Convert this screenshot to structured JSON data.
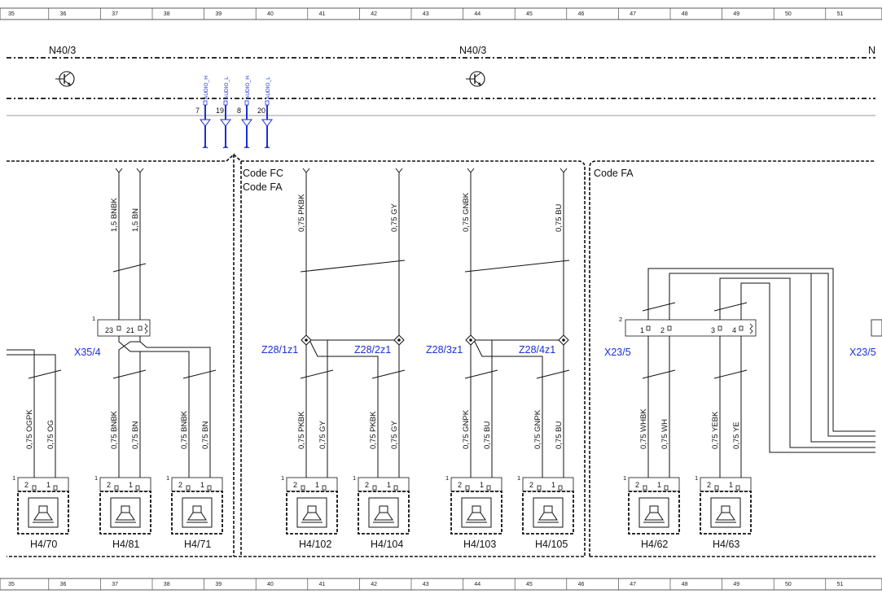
{
  "ruler": [
    "35",
    "36",
    "37",
    "38",
    "39",
    "40",
    "41",
    "42",
    "43",
    "44",
    "45",
    "46",
    "47",
    "48",
    "49",
    "50",
    "51"
  ],
  "modules": {
    "n40_left": "N40/3",
    "n40_mid": "N40/3",
    "n40_right": "N"
  },
  "audio_pins": [
    {
      "label": "AUDIO_H",
      "pin": "7"
    },
    {
      "label": "AUDIO_L",
      "pin": "19"
    },
    {
      "label": "AUDIO_H",
      "pin": "8"
    },
    {
      "label": "AUDIO_L",
      "pin": "20"
    }
  ],
  "codes": {
    "code_fc": "Code FC",
    "code_fa_1": "Code FA",
    "code_fa_2": "Code FA"
  },
  "connectors": {
    "x35_4": "X35/4",
    "x35_4_num": "1",
    "x35_4_pin_a": "23",
    "x35_4_pin_b": "21",
    "x23_5": "X23/5",
    "x23_5_num": "2",
    "x23_5_pins": [
      "1",
      "2",
      "3",
      "4"
    ],
    "x23_right": "X23/5"
  },
  "splices": [
    "Z28/1z1",
    "Z28/2z1",
    "Z28/3z1",
    "Z28/4z1"
  ],
  "top_wires": [
    "1,5 BNBK",
    "1,5 BN",
    "0,75 PKBK",
    "0,75 GY",
    "0,75 GNBK",
    "0,75 BU"
  ],
  "bottom_wires": [
    "0,75 OGPK",
    "0,75 OG",
    "0,75 BNBK",
    "0,75 BN",
    "0,75 BNBK",
    "0,75 BN",
    "0,75 PKBK",
    "0,75 GY",
    "0,75 PKBK",
    "0,75 GY",
    "0,75 GNPK",
    "0,75 BU",
    "0,75 GNPK",
    "0,75 BU",
    "0,75 WHBK",
    "0,75 WH",
    "0,75 YEBK",
    "0,75 YE"
  ],
  "speakers": [
    {
      "label": "H4/70",
      "num": "1",
      "pin_a": "2",
      "pin_b": "1"
    },
    {
      "label": "H4/81",
      "num": "1",
      "pin_a": "2",
      "pin_b": "1"
    },
    {
      "label": "H4/71",
      "num": "1",
      "pin_a": "2",
      "pin_b": "1"
    },
    {
      "label": "H4/102",
      "num": "1",
      "pin_a": "2",
      "pin_b": "1"
    },
    {
      "label": "H4/104",
      "num": "1",
      "pin_a": "2",
      "pin_b": "1"
    },
    {
      "label": "H4/103",
      "num": "1",
      "pin_a": "2",
      "pin_b": "1"
    },
    {
      "label": "H4/105",
      "num": "1",
      "pin_a": "2",
      "pin_b": "1"
    },
    {
      "label": "H4/62",
      "num": "1",
      "pin_a": "2",
      "pin_b": "1"
    },
    {
      "label": "H4/63",
      "num": "1",
      "pin_a": "2",
      "pin_b": "1"
    }
  ],
  "icons": {
    "transistor": "transistor-symbol-icon",
    "speaker": "speaker-symbol-icon"
  },
  "colors": {
    "line": "#111111",
    "signal_blue": "#1a2fd6",
    "background": "#ffffff"
  }
}
